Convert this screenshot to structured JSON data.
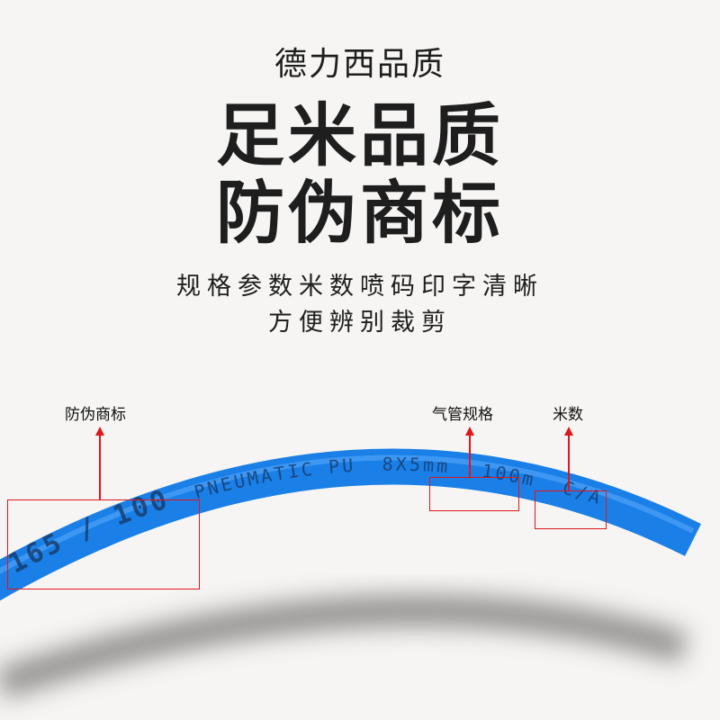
{
  "header": {
    "brand_line": "德力西品质",
    "headline_1": "足米品质",
    "headline_2": "防伪商标",
    "subtitle_1": "规格参数米数喷码印字清晰",
    "subtitle_2": "方便辨别裁剪"
  },
  "callouts": [
    {
      "label": "防伪商标"
    },
    {
      "label": "气管规格"
    },
    {
      "label": "米数"
    }
  ],
  "tube": {
    "color": "#1a7fe6",
    "logo_print": "165 / 100",
    "print_main": "PNEUMATIC PU",
    "print_spec": "8X5mm",
    "print_length": "100m",
    "print_suffix": "C/A"
  },
  "colors": {
    "accent": "#e0161b",
    "background": "#f6f5f3"
  }
}
